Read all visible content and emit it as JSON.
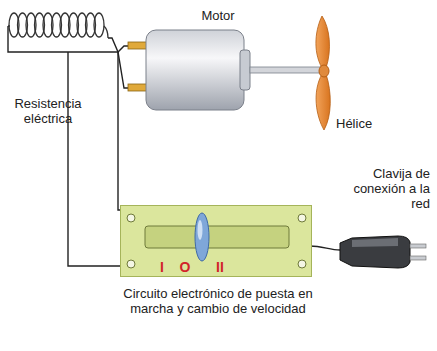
{
  "diagram": {
    "nodes": [
      {
        "text": [
          "I",
          "O",
          "II"
        ]
      }
    ],
    "labels": [
      "Motor",
      "Resistencia eléctrica",
      "Hélice",
      "Clavija de conexión a la red",
      "Circuito electrónico de puesta en marcha y cambio de velocidad"
    ]
  }
}
